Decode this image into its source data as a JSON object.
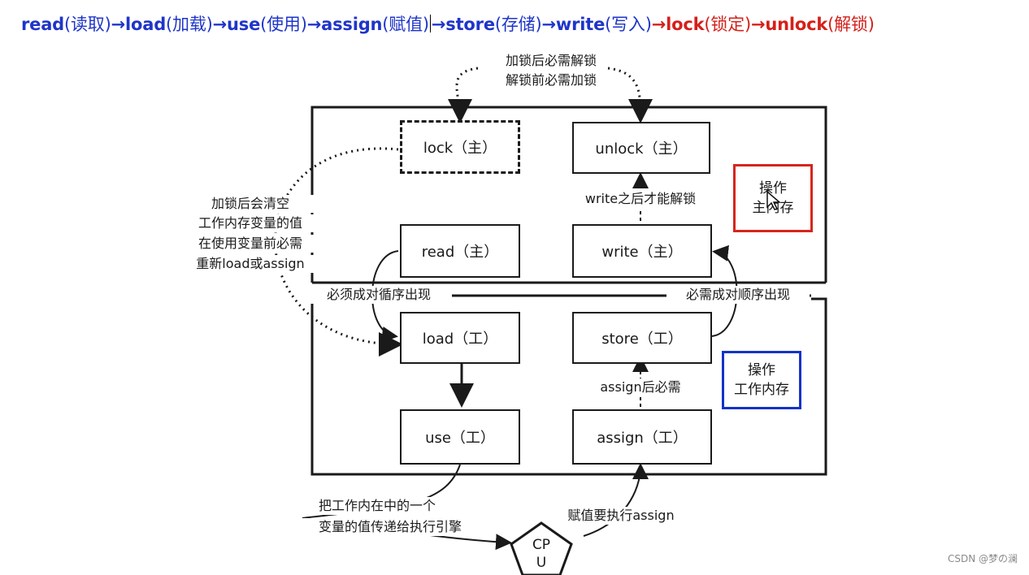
{
  "headline": {
    "steps": [
      {
        "en": "read",
        "cn": "(读取)",
        "color": "blue"
      },
      {
        "en": "load",
        "cn": "(加载)",
        "color": "blue"
      },
      {
        "en": "use",
        "cn": "(使用)",
        "color": "blue"
      },
      {
        "en": "assign",
        "cn": "(赋值)",
        "color": "blue"
      },
      {
        "en": "store",
        "cn": "(存储)",
        "color": "blue"
      },
      {
        "en": "write",
        "cn": "(写入)",
        "color": "blue"
      },
      {
        "en": "lock",
        "cn": "(锁定)",
        "color": "red"
      },
      {
        "en": "unlock",
        "cn": "(解锁)",
        "color": "red"
      }
    ],
    "arrow": "→"
  },
  "colors": {
    "blue": "#1f35c9",
    "red": "#d4201a",
    "annotation_red": "#d6251e",
    "annotation_blue": "#1432c8"
  },
  "nodes": {
    "lock": "lock（主）",
    "unlock": "unlock（主）",
    "read": "read（主）",
    "write": "write（主）",
    "load": "load（工）",
    "store": "store（工）",
    "use": "use（工）",
    "assign": "assign（工）"
  },
  "labels": {
    "lock_rule_1": "加锁后必需解锁",
    "lock_rule_2": "解锁前必需加锁",
    "clear_1": "加锁后会清空",
    "clear_2": "工作内存变量的值",
    "clear_3": "在使用变量前必需",
    "clear_4": "重新load或assign",
    "write_unlock": "write之后才能解锁",
    "pair_left": "必须成对循序出现",
    "pair_right": "必需成对顺序出现",
    "assign_rule": "assign后必需",
    "use_cpu_1": "把工作内在中的一个",
    "use_cpu_2": "变量的值传递给执行引擎",
    "cpu_assign": "赋值要执行assign",
    "cpu_1": "CP",
    "cpu_2": "U"
  },
  "annotations": {
    "main_1": "操作",
    "main_2": "主内存",
    "work_1": "操作",
    "work_2": "工作内存"
  },
  "icons": {
    "pointer": "mouse-pointer-icon"
  },
  "watermark": "CSDN @梦の澜"
}
